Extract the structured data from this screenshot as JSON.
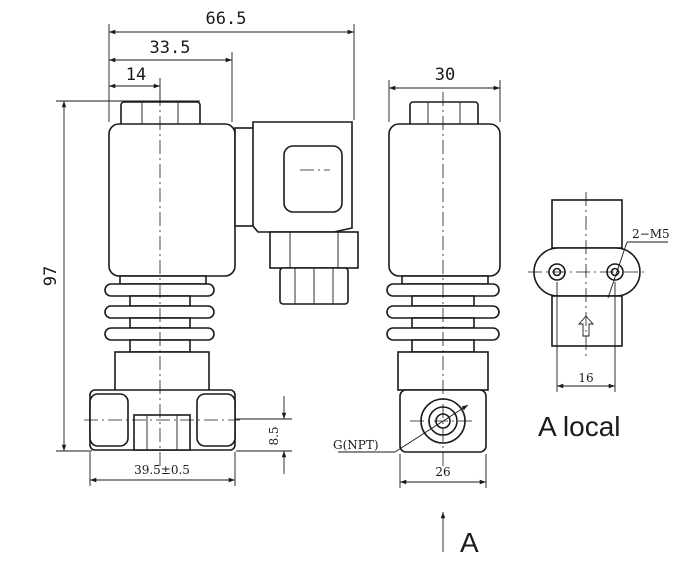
{
  "dimensions": {
    "overall_width": "66.5",
    "coil_width": "33.5",
    "nut_offset": "14",
    "side_width": "30",
    "height": "97",
    "port_offset": "8.5",
    "base_width": "39.5±0.5",
    "body_width": "26",
    "mount_spacing": "16"
  },
  "labels": {
    "thread": "G(NPT)",
    "mount_holes": "2−M5",
    "local_view": "A local",
    "view_arrow": "A"
  }
}
